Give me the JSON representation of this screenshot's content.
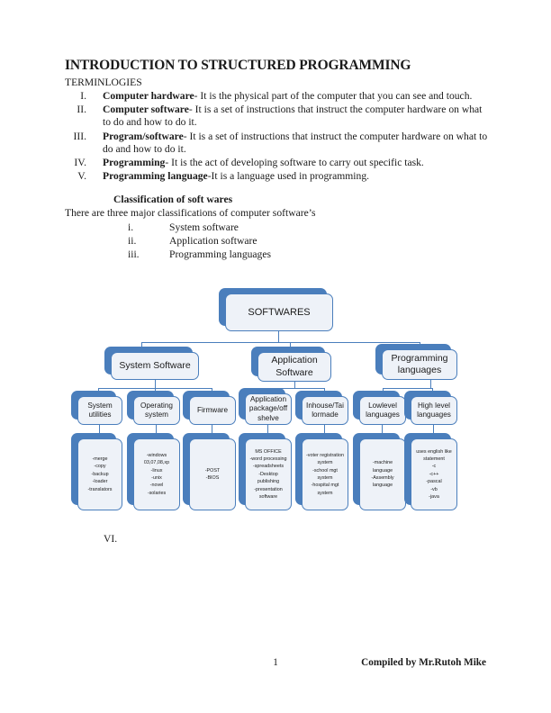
{
  "document": {
    "title": "INTRODUCTION TO STRUCTURED PROGRAMMING",
    "section_label": "TERMINLOGIES",
    "terms": [
      {
        "numeral": "I.",
        "term": "Computer hardware",
        "definition": "- It is the physical part of the computer that you can see and touch."
      },
      {
        "numeral": "II.",
        "term": "Computer software",
        "definition": "- It is a set of instructions that instruct the computer hardware on what to do and how to do it."
      },
      {
        "numeral": "III.",
        "term": "Program/software",
        "definition": "- It is a set of instructions that instruct the computer hardware on what to do and how to do it."
      },
      {
        "numeral": "IV.",
        "term": "Programming",
        "definition": "- It is the act of developing software to carry out specific task."
      },
      {
        "numeral": "V.",
        "term": "Programming language",
        "definition": "-It is a language used in programming."
      }
    ],
    "classification_heading": "Classification of soft wares",
    "classification_intro": "There are three major classifications of computer software’s",
    "classification_items": [
      {
        "numeral": "i.",
        "label": "System software"
      },
      {
        "numeral": "ii.",
        "label": "Application software"
      },
      {
        "numeral": "iii.",
        "label": "Programming languages"
      }
    ],
    "trailing_numeral": "VI."
  },
  "footer": {
    "page_number": "1",
    "compiled_by": "Compiled by Mr.Rutoh Mike"
  },
  "diagram": {
    "colors": {
      "border": "#4a7ebc",
      "plate": "#4a7ebc",
      "fill": "#eef2f8"
    },
    "root": {
      "label": "SOFTWARES"
    },
    "level2": [
      {
        "label": "System Software"
      },
      {
        "label": "Application\nSoftware"
      },
      {
        "label": "Programming\nlanguages"
      }
    ],
    "level3": [
      {
        "label": "System\nutilities"
      },
      {
        "label": "Operating\nsystem"
      },
      {
        "label": "Firmware"
      },
      {
        "label": "Application\npackage/off\nshelve"
      },
      {
        "label": "Inhouse/Tai\nlormade"
      },
      {
        "label": "Lowlevel\nlanguages"
      },
      {
        "label": "High level\nlanguages"
      }
    ],
    "leaves": [
      {
        "label": "-merge\n-copy\n-backup\n-loader\n-translators"
      },
      {
        "label": "-windows\n03,07,08,xp\n-linux\n-unix\n-novel\n-solaries"
      },
      {
        "label": "-POST\n-BIOS"
      },
      {
        "label": "MS OFFICE\n-word processing\n-spreadsheets\n-Desktop\npublishing\n-presentation\nsoftware"
      },
      {
        "label": "-voter registration\nsystem\n-school mgt\nsystem\n-hospital mgt\nsystem"
      },
      {
        "label": "-machine language\n-Assembly\nlanguage"
      },
      {
        "label": "uses english like\nstatement\n-c\n-c++\n-pascal\n-vb\n-java"
      }
    ]
  }
}
